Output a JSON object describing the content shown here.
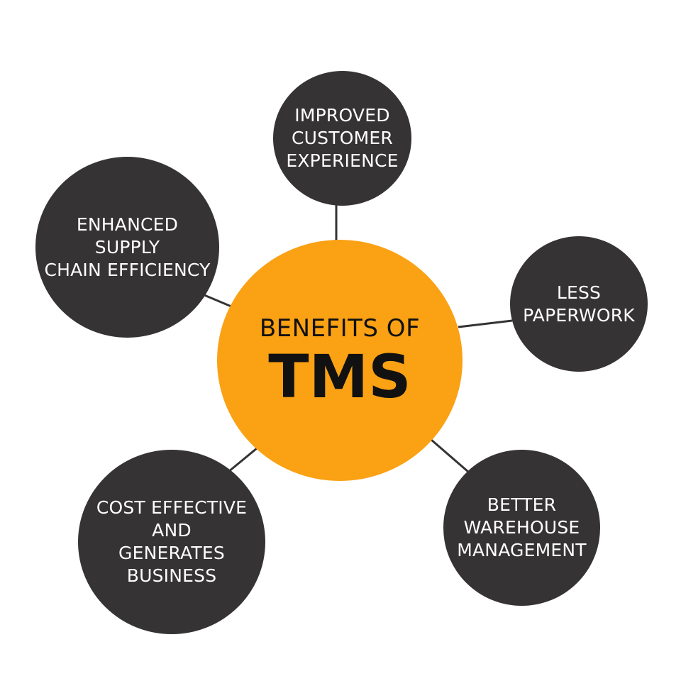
{
  "hub": {
    "title": "BENEFITS OF",
    "main": "TMS",
    "color": "#fba114"
  },
  "benefits": [
    {
      "id": "improved-customer-experience",
      "lines": [
        "IMPROVED",
        "CUSTOMER",
        "EXPERIENCE"
      ]
    },
    {
      "id": "enhanced-supply-chain-efficiency",
      "lines": [
        "ENHANCED",
        "SUPPLY",
        "CHAIN EFFICIENCY"
      ]
    },
    {
      "id": "less-paperwork",
      "lines": [
        "LESS",
        "PAPERWORK"
      ]
    },
    {
      "id": "better-warehouse-management",
      "lines": [
        "BETTER",
        "WAREHOUSE",
        "MANAGEMENT"
      ]
    },
    {
      "id": "cost-effective-generates-business",
      "lines": [
        "COST EFFECTIVE",
        "AND",
        "GENERATES",
        "BUSINESS"
      ]
    }
  ],
  "colors": {
    "node": "#353334",
    "connector": "#353334",
    "text_on_node": "#ffffff",
    "hub_text": "#111111"
  }
}
